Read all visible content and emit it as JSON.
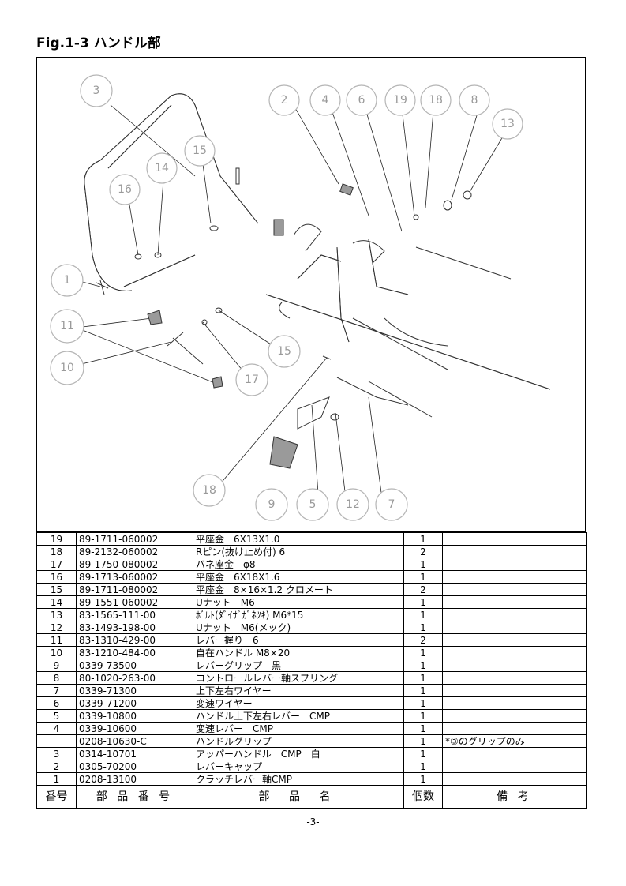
{
  "title": "Fig.1-3 ハンドル部",
  "diagram": {
    "callouts": [
      {
        "label": "3"
      },
      {
        "label": "2"
      },
      {
        "label": "4"
      },
      {
        "label": "6"
      },
      {
        "label": "19"
      },
      {
        "label": "18"
      },
      {
        "label": "8"
      },
      {
        "label": "13"
      },
      {
        "label": "15"
      },
      {
        "label": "14"
      },
      {
        "label": "16"
      },
      {
        "label": "1"
      },
      {
        "label": "11"
      },
      {
        "label": "10"
      },
      {
        "label": "15"
      },
      {
        "label": "17"
      },
      {
        "label": "18"
      },
      {
        "label": "9"
      },
      {
        "label": "5"
      },
      {
        "label": "12"
      },
      {
        "label": "7"
      }
    ]
  },
  "table": {
    "headers": {
      "no": "番号",
      "part_no": "部 品 番 号",
      "name": "部 品 名",
      "qty": "個数",
      "remarks": "備 考"
    },
    "rows": [
      {
        "no": "19",
        "part_no": "89-1711-060002",
        "name": "平座金　6X13X1.0",
        "qty": "1",
        "remarks": ""
      },
      {
        "no": "18",
        "part_no": "89-2132-060002",
        "name": "Rピン(抜け止め付)  6",
        "qty": "2",
        "remarks": ""
      },
      {
        "no": "17",
        "part_no": "89-1750-080002",
        "name": "バネ座金　φ8",
        "qty": "1",
        "remarks": ""
      },
      {
        "no": "16",
        "part_no": "89-1713-060002",
        "name": "平座金　6X18X1.6",
        "qty": "1",
        "remarks": ""
      },
      {
        "no": "15",
        "part_no": "89-1711-080002",
        "name": "平座金　8×16×1.2 クロメート",
        "qty": "2",
        "remarks": ""
      },
      {
        "no": "14",
        "part_no": "89-1551-060002",
        "name": "Uナット　M6",
        "qty": "1",
        "remarks": ""
      },
      {
        "no": "13",
        "part_no": "83-1565-111-00",
        "name": "ﾎﾞﾙﾄ(ﾀﾞｲｻﾞｶﾞﾈﾂｷ) M6*15",
        "qty": "1",
        "remarks": ""
      },
      {
        "no": "12",
        "part_no": "83-1493-198-00",
        "name": "Uナット　M6(メック)",
        "qty": "1",
        "remarks": ""
      },
      {
        "no": "11",
        "part_no": "83-1310-429-00",
        "name": "レバー握り　6",
        "qty": "2",
        "remarks": ""
      },
      {
        "no": "10",
        "part_no": "83-1210-484-00",
        "name": "自在ハンドル  M8×20",
        "qty": "1",
        "remarks": ""
      },
      {
        "no": "9",
        "part_no": "0339-73500",
        "name": "レバーグリップ　黒",
        "qty": "1",
        "remarks": ""
      },
      {
        "no": "8",
        "part_no": "80-1020-263-00",
        "name": "コントロールレバー軸スプリング",
        "qty": "1",
        "remarks": ""
      },
      {
        "no": "7",
        "part_no": "0339-71300",
        "name": "上下左右ワイヤー",
        "qty": "1",
        "remarks": ""
      },
      {
        "no": "6",
        "part_no": "0339-71200",
        "name": "変速ワイヤー",
        "qty": "1",
        "remarks": ""
      },
      {
        "no": "5",
        "part_no": "0339-10800",
        "name": "ハンドル上下左右レバー　CMP",
        "qty": "1",
        "remarks": ""
      },
      {
        "no": "4",
        "part_no": "0339-10600",
        "name": "変速レバー　CMP",
        "qty": "1",
        "remarks": ""
      },
      {
        "no": "",
        "part_no": "0208-10630-C",
        "name": "ハンドルグリップ",
        "qty": "1",
        "remarks": "*③のグリップのみ"
      },
      {
        "no": "3",
        "part_no": "0314-10701",
        "name": "アッパーハンドル　CMP　白",
        "qty": "1",
        "remarks": ""
      },
      {
        "no": "2",
        "part_no": "0305-70200",
        "name": "レバーキャップ",
        "qty": "1",
        "remarks": ""
      },
      {
        "no": "1",
        "part_no": "0208-13100",
        "name": "クラッチレバー軸CMP",
        "qty": "1",
        "remarks": ""
      }
    ]
  },
  "page_number": "-3-"
}
